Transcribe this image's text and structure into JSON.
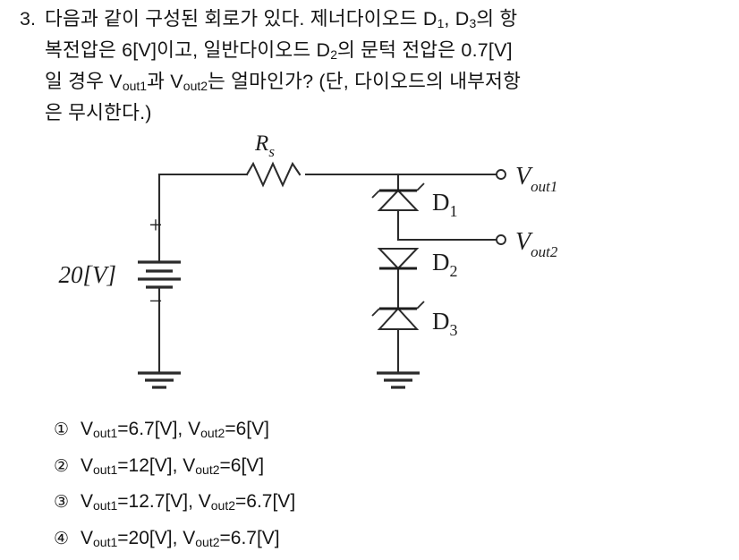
{
  "question": {
    "number": "3.",
    "lines": [
      [
        {
          "t": "다음과 같이 구성된 회로가 있다. 제너다이오드 D"
        },
        {
          "t": "1",
          "sub": true
        },
        {
          "t": ", D"
        },
        {
          "t": "3",
          "sub": true
        },
        {
          "t": "의 항"
        }
      ],
      [
        {
          "t": "복전압은 6[V]이고, 일반다이오드 D"
        },
        {
          "t": "2",
          "sub": true
        },
        {
          "t": "의 문턱 전압은 0.7[V]"
        }
      ],
      [
        {
          "t": "일 경우 V"
        },
        {
          "t": "out1",
          "sub": true
        },
        {
          "t": "과 V"
        },
        {
          "t": "out2",
          "sub": true
        },
        {
          "t": "는 얼마인가? (단, 다이오드의 내부저항"
        }
      ],
      [
        {
          "t": "은 무시한다.)"
        }
      ]
    ]
  },
  "circuit": {
    "source_label": "20[V]",
    "source_plus": "+",
    "source_minus": "−",
    "resistor_label": "R",
    "resistor_sub": "s",
    "diodes": [
      {
        "name": "D",
        "sub": "1",
        "type": "zener"
      },
      {
        "name": "D",
        "sub": "2",
        "type": "standard"
      },
      {
        "name": "D",
        "sub": "3",
        "type": "zener"
      }
    ],
    "terminals": [
      {
        "name": "V",
        "sub": "out1"
      },
      {
        "name": "V",
        "sub": "out2"
      }
    ]
  },
  "answers": [
    {
      "mark": "①",
      "parts": [
        {
          "t": "V"
        },
        {
          "t": "out1",
          "sub": true
        },
        {
          "t": "=6.7[V], V"
        },
        {
          "t": "out2",
          "sub": true
        },
        {
          "t": "=6[V]"
        }
      ]
    },
    {
      "mark": "②",
      "parts": [
        {
          "t": "V"
        },
        {
          "t": "out1",
          "sub": true
        },
        {
          "t": "=12[V], V"
        },
        {
          "t": "out2",
          "sub": true
        },
        {
          "t": "=6[V]"
        }
      ]
    },
    {
      "mark": "③",
      "parts": [
        {
          "t": "V"
        },
        {
          "t": "out1",
          "sub": true
        },
        {
          "t": "=12.7[V], V"
        },
        {
          "t": "out2",
          "sub": true
        },
        {
          "t": "=6.7[V]"
        }
      ]
    },
    {
      "mark": "④",
      "parts": [
        {
          "t": "V"
        },
        {
          "t": "out1",
          "sub": true
        },
        {
          "t": "=20[V], V"
        },
        {
          "t": "out2",
          "sub": true
        },
        {
          "t": "=6.7[V]"
        }
      ]
    }
  ]
}
